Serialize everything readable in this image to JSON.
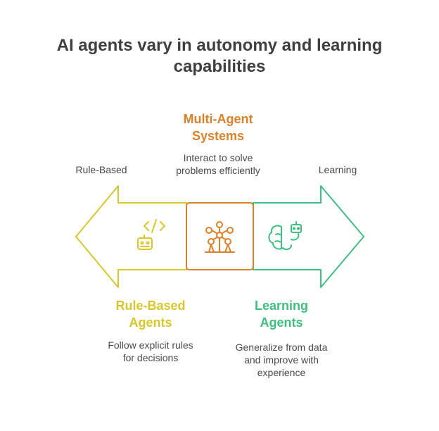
{
  "title": {
    "line1": "AI agents vary in autonomy and learning",
    "line2": "capabilities"
  },
  "axis": {
    "left_label": "Rule-Based",
    "right_label": "Learning"
  },
  "stages": [
    {
      "heading_line1": "Rule-Based",
      "heading_line2": "Agents",
      "desc_line1": "Follow explicit rules",
      "desc_line2": "for decisions",
      "desc_line3": "",
      "icon": "robot-code-icon",
      "color": "#d8c72a"
    },
    {
      "heading_line1": "Multi-Agent",
      "heading_line2": "Systems",
      "desc_line1": "Interact to solve",
      "desc_line2": "problems efficiently",
      "desc_line3": "",
      "icon": "network-nodes-icon",
      "color": "#d9822b"
    },
    {
      "heading_line1": "Learning",
      "heading_line2": "Agents",
      "desc_line1": "Generalize from data",
      "desc_line2": "and improve with",
      "desc_line3": "experience",
      "icon": "brain-robot-icon",
      "color": "#3fbf7f"
    }
  ],
  "colors": {
    "title": "#3f3f3f",
    "text": "#4a4a4a",
    "rule_based": "#d8c72a",
    "multi_agent": "#d9822b",
    "learning": "#3fbf7f"
  }
}
